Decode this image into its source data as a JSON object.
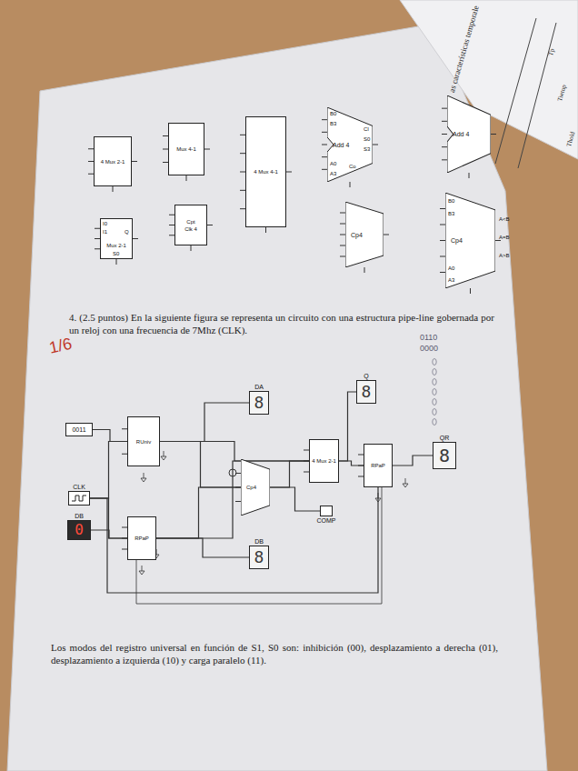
{
  "diagram": {
    "nodes": [
      {
        "text": [
          "4 Mux 2-1"
        ]
      },
      {
        "text": [
          "Mux 4-1"
        ]
      },
      {
        "text": [
          "4 Mux 4-1"
        ]
      },
      {
        "text": [
          "Add 4"
        ]
      },
      {
        "text": [
          "Add 4"
        ]
      },
      {
        "text": [
          "Mux 2-1"
        ]
      },
      {
        "text": [
          "Cpt",
          "Clk 4"
        ]
      },
      {
        "text": [
          "Cp4"
        ]
      },
      {
        "text": [
          "Cp4"
        ]
      },
      {
        "text": [
          "0011"
        ]
      },
      {
        "text": [
          "CLK"
        ]
      },
      {
        "text": [
          "DB",
          "0"
        ]
      },
      {
        "text": [
          "RUniv"
        ]
      },
      {
        "text": [
          "RPaP"
        ]
      },
      {
        "text": [
          "DA",
          "8"
        ]
      },
      {
        "text": [
          "Cp4"
        ]
      },
      {
        "text": [
          "4 Mux 2-1"
        ]
      },
      {
        "text": [
          "Q",
          "8"
        ]
      },
      {
        "text": [
          "RPaP"
        ]
      },
      {
        "text": [
          "QR",
          "8"
        ]
      },
      {
        "text": [
          "DB",
          "8"
        ]
      },
      {
        "text": [
          "COMP"
        ]
      }
    ],
    "edges": [
      {
        "from": 9,
        "to": 12,
        "arrow": "none"
      },
      {
        "from": 10,
        "to": 12,
        "arrow": "none"
      },
      {
        "from": 10,
        "to": 13,
        "arrow": "none"
      },
      {
        "from": 11,
        "to": 13,
        "arrow": "none"
      },
      {
        "from": 12,
        "to": 14,
        "arrow": "none"
      },
      {
        "from": 12,
        "to": 16,
        "arrow": "none"
      },
      {
        "from": 12,
        "to": 15,
        "arrow": "none"
      },
      {
        "from": 13,
        "to": 15,
        "arrow": "none"
      },
      {
        "from": 13,
        "to": 16,
        "arrow": "none"
      },
      {
        "from": 13,
        "to": 20,
        "arrow": "none"
      },
      {
        "from": 15,
        "to": 16,
        "arrow": "none"
      },
      {
        "from": 15,
        "to": 21,
        "arrow": "none"
      },
      {
        "from": 16,
        "to": 17,
        "arrow": "none"
      },
      {
        "from": 16,
        "to": 18,
        "arrow": "none"
      },
      {
        "from": 18,
        "to": 19,
        "arrow": "none"
      },
      {
        "from": 10,
        "to": 18,
        "arrow": "none"
      }
    ],
    "labels": [
      "1/6",
      "4. (2.5 puntos) En la siguiente figura se representa un circuito con una estructura pipe-line gobernada por un reloj con una frecuencia de 7Mhz (CLK).",
      "0110",
      "0000",
      "Los modos del registro universal en función de S1, S0 son: inhibición (00), desplazamiento a derecha (01), desplazamiento a izquierda (10) y carga paralelo (11).",
      "as características temporale",
      "Tp",
      "Tsetup",
      "Thold",
      "B0",
      "B3",
      "CI",
      "S0",
      "S3",
      "A0",
      "A3",
      "Co",
      "A<B",
      "A=B",
      "A>B",
      "B0",
      "B3",
      "A0",
      "A3",
      "I0",
      "I1",
      "Q",
      "S0"
    ]
  }
}
